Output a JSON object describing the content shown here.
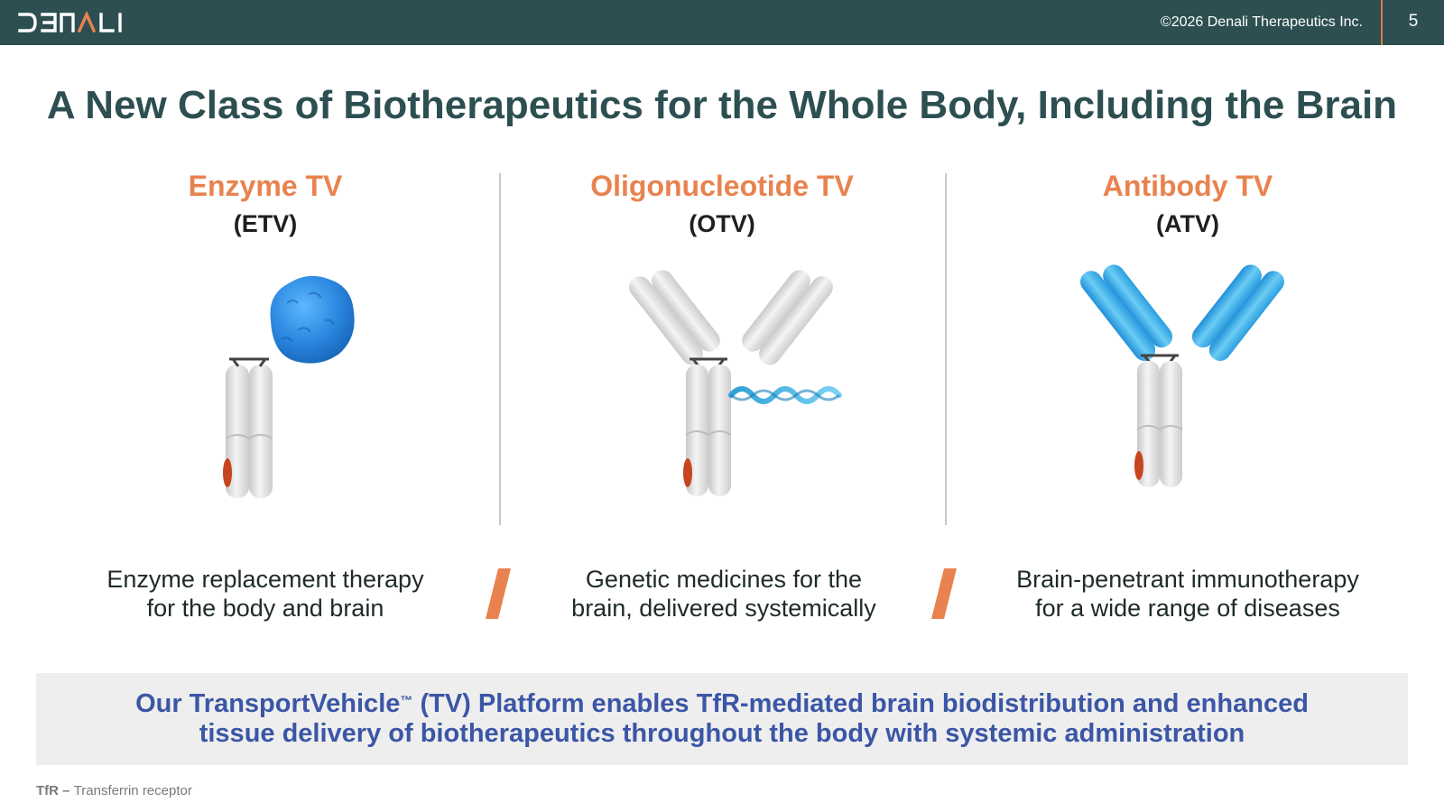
{
  "header": {
    "logo_text": "DENALI",
    "copyright": "©2026 Denali Therapeutics Inc.",
    "page_number": "5"
  },
  "title": "A New Class of Biotherapeutics for the Whole Body, Including the Brain",
  "columns": [
    {
      "name": "Enzyme TV",
      "abbr": "(ETV)",
      "description_line1": "Enzyme replacement therapy",
      "description_line2": "for the body and brain",
      "illustration": "enzyme-transport-vehicle-icon"
    },
    {
      "name": "Oligonucleotide TV",
      "abbr": "(OTV)",
      "description_line1": "Genetic medicines for the",
      "description_line2": "brain, delivered systemically",
      "illustration": "oligonucleotide-transport-vehicle-icon"
    },
    {
      "name": "Antibody TV",
      "abbr": "(ATV)",
      "description_line1": "Brain-penetrant immunotherapy",
      "description_line2": "for a wide range of diseases",
      "illustration": "antibody-transport-vehicle-icon"
    }
  ],
  "banner": {
    "line1_before_tm": "Our TransportVehicle",
    "tm": "™",
    "line1_after_tm": " (TV) Platform enables TfR-mediated brain biodistribution and enhanced",
    "line2": "tissue delivery of biotherapeutics throughout the body with systemic administration"
  },
  "footnote": {
    "term": "TfR",
    "dash": " – ",
    "definition": "Transferrin receptor"
  },
  "colors": {
    "header_bg": "#2d4f51",
    "accent_orange": "#e8834f",
    "banner_text": "#3b56a6",
    "protein_blue": "#2b8fe0",
    "antibody_cyan": "#3fb4ea"
  }
}
